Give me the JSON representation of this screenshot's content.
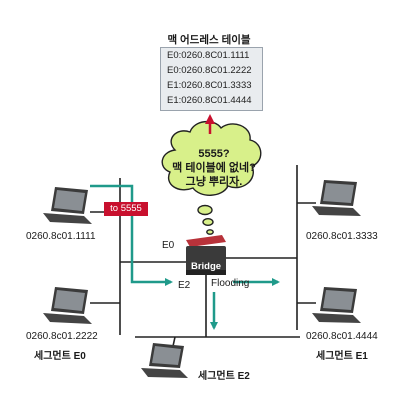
{
  "mac_table": {
    "title": "맥 어드레스 테이블",
    "rows": [
      "E0:0260.8C01.1111",
      "E0:0260.8C01.2222",
      "E1:0260.8C01.3333",
      "E1:0260.8C01.4444"
    ]
  },
  "cloud": {
    "line1": "5555?",
    "line2": "맥 테이블에 없네?",
    "line3": "그냥 뿌리자."
  },
  "flow_label": "to 5555",
  "bridge": {
    "label": "Bridge",
    "port_e0": "E0",
    "port_e2": "E2",
    "flooding": "Flooding"
  },
  "hosts": {
    "h1111": "0260.8c01.1111",
    "h2222": "0260.8c01.2222",
    "h3333": "0260.8c01.3333",
    "h4444": "0260.8c01.4444"
  },
  "segments": {
    "e0": "세그먼트 E0",
    "e1": "세그먼트 E1",
    "e2": "세그먼트 E2"
  },
  "colors": {
    "arrow_teal": "#1f9a8a",
    "arrow_red": "#c8102e",
    "bridge_body": "#3a3a3a",
    "bridge_top": "#b8323a",
    "table_bg": "#e9ecef",
    "cloud_fill": "#d8f08a"
  }
}
